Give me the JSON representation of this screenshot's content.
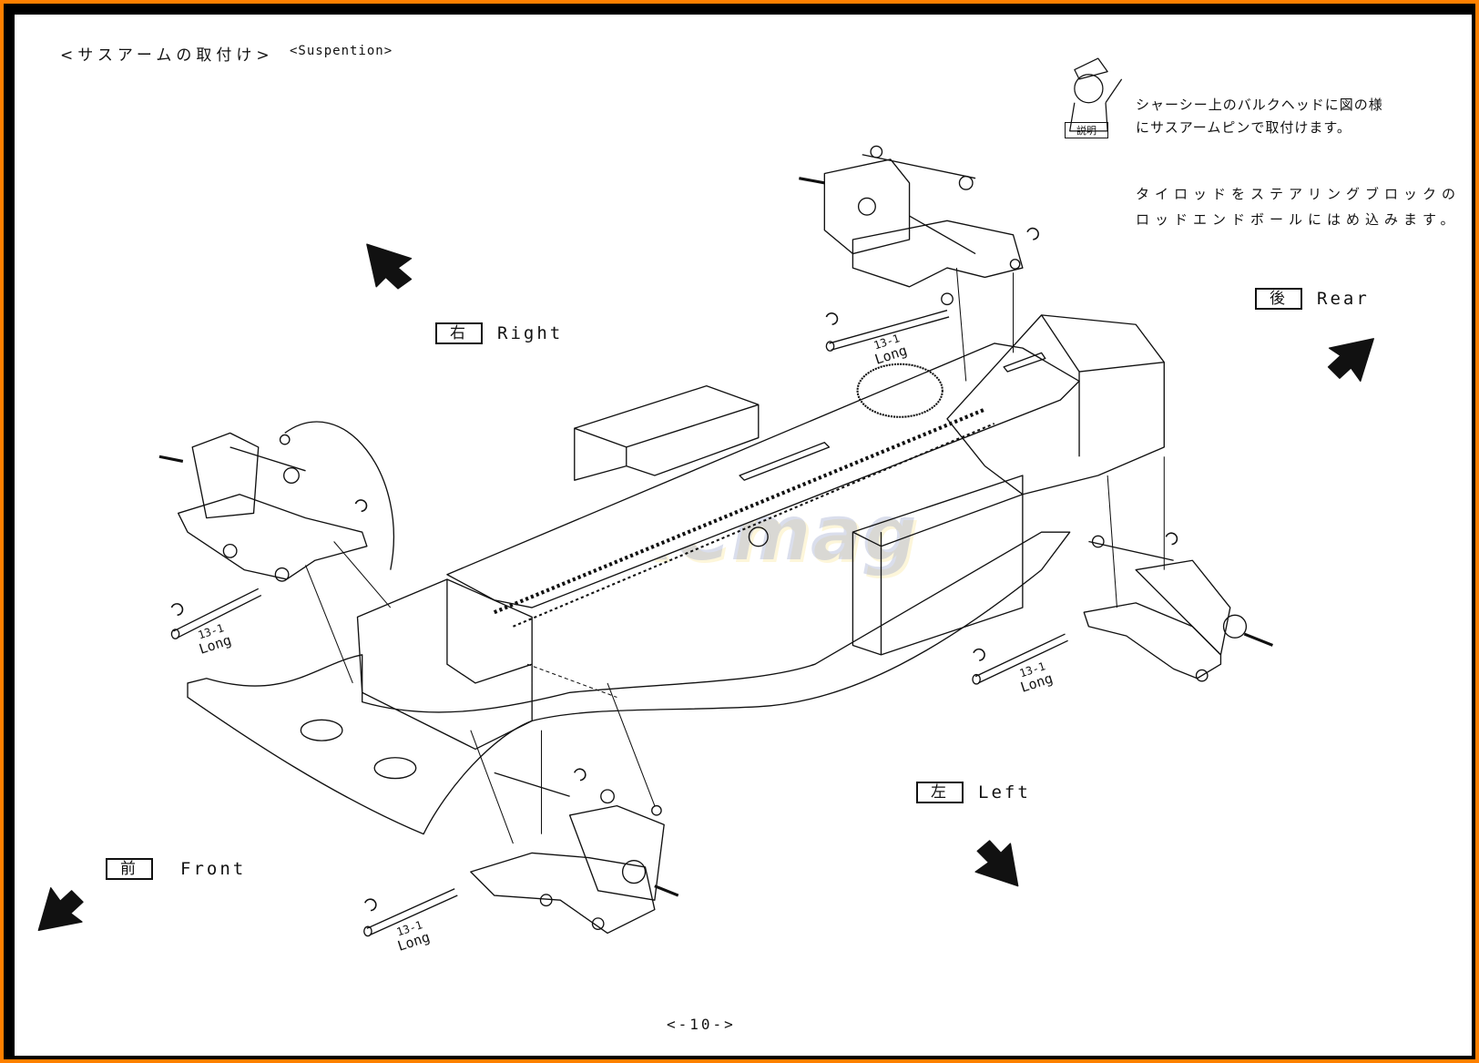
{
  "header": {
    "title_jp": "<サスアームの取付け>",
    "title_en": "<Suspention>"
  },
  "explanation": {
    "mascot_label": "説明",
    "lines": [
      "シャーシー上のバルクヘッドに図の様",
      "にサスアームピンで取付けます。",
      "タイロッドをステアリングブロックの",
      "ロッドエンドボールにはめ込みます。"
    ]
  },
  "directions": {
    "rear": {
      "kanji": "後",
      "label": "Rear"
    },
    "right": {
      "kanji": "右",
      "label": "Right"
    },
    "left": {
      "kanji": "左",
      "label": "Left"
    },
    "front": {
      "kanji": "前",
      "label": "Front"
    }
  },
  "pins": [
    {
      "part": "13-1",
      "size": "Long"
    },
    {
      "part": "13-1",
      "size": "Long"
    },
    {
      "part": "13-1",
      "size": "Long"
    },
    {
      "part": "13-1",
      "size": "Long"
    }
  ],
  "page_number": "<-10->",
  "watermark": "RCmag",
  "icons": [
    "arrow-front-left",
    "arrow-right-up",
    "arrow-rear-right",
    "arrow-left-down",
    "teacher-mascot",
    "e-clip"
  ]
}
